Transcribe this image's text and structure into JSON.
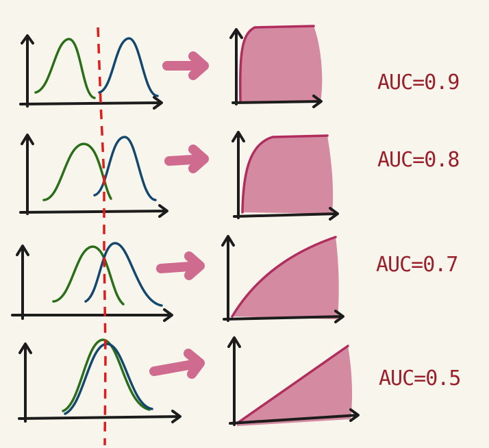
{
  "rows": [
    {
      "auc_label": "AUC=0.9",
      "auc_value": 0.9,
      "separation": "far"
    },
    {
      "auc_label": "AUC=0.8",
      "auc_value": 0.8,
      "separation": "moderate"
    },
    {
      "auc_label": "AUC=0.7",
      "auc_value": 0.7,
      "separation": "small"
    },
    {
      "auc_label": "AUC=0.5",
      "auc_value": 0.5,
      "separation": "overlapping"
    }
  ],
  "colors": {
    "negative_curve": "#2a6e1a",
    "positive_curve": "#13476e",
    "threshold": "#e01b1b",
    "arrow": "#cf6b8e",
    "roc_fill": "#d48aa0",
    "roc_line": "#b02d5e",
    "auc_text": "#9a1f2b",
    "background": "#f8f6ec"
  }
}
